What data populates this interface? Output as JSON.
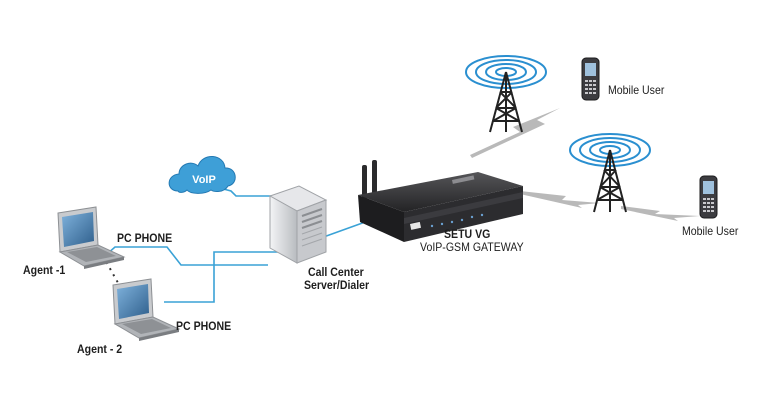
{
  "labels": {
    "voip": "VoIP",
    "pc_phone_1": "PC PHONE",
    "pc_phone_2": "PC PHONE",
    "agent_1": "Agent -1",
    "agent_2": "Agent - 2",
    "server_line1": "Call Center",
    "server_line2": "Server/Dialer",
    "gateway_name": "SETU VG",
    "gateway_desc": "VoIP-GSM GATEWAY",
    "mobile_user_1": "Mobile User",
    "mobile_user_2": "Mobile User"
  },
  "colors": {
    "link_line": "#3aa2d6",
    "cloud": "#3e9fd7",
    "signal_ring": "#2a8fd0",
    "gateway_body": "#2b2b2d",
    "server_body": "#dcdde0",
    "laptop_body": "#b8babd",
    "laptop_screen": "#4a7fb0",
    "tower": "#222222"
  },
  "icons": [
    "cloud-icon",
    "laptop-icon",
    "server-icon",
    "router-icon",
    "tower-icon",
    "mobile-phone-icon",
    "wireless-link-icon"
  ]
}
